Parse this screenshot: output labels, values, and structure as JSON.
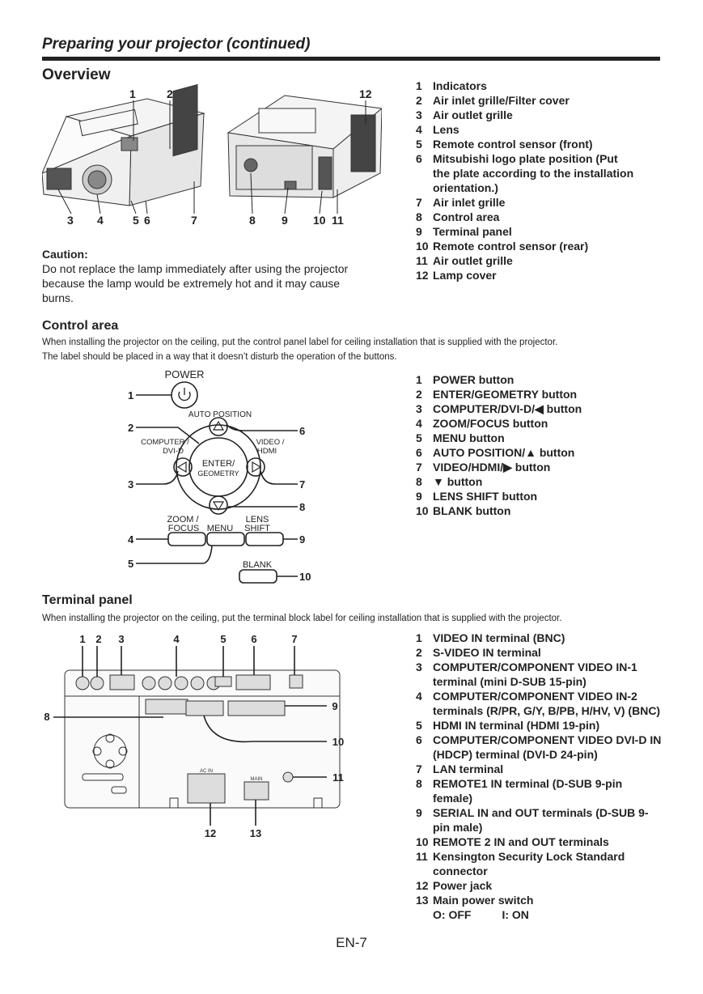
{
  "header": {
    "title": "Preparing your projector (continued)"
  },
  "overview": {
    "heading": "Overview",
    "callouts_top": [
      "1",
      "2",
      "12"
    ],
    "callouts_bottom": [
      "3",
      "4",
      "5",
      "6",
      "7",
      "8",
      "9",
      "10",
      "11"
    ],
    "items": [
      {
        "num": "1",
        "text": "Indicators"
      },
      {
        "num": "2",
        "text": "Air inlet grille/Filter cover"
      },
      {
        "num": "3",
        "text": "Air outlet grille"
      },
      {
        "num": "4",
        "text": "Lens"
      },
      {
        "num": "5",
        "text": "Remote control sensor (front)"
      },
      {
        "num": "6",
        "text": "Mitsubishi logo plate position (Put the plate according to the installation orientation.)"
      },
      {
        "num": "7",
        "text": "Air inlet grille"
      },
      {
        "num": "8",
        "text": "Control area"
      },
      {
        "num": "9",
        "text": "Terminal panel"
      },
      {
        "num": "10",
        "text": "Remote control sensor (rear)"
      },
      {
        "num": "11",
        "text": "Air outlet grille"
      },
      {
        "num": "12",
        "text": "Lamp cover"
      }
    ],
    "caution_title": "Caution:",
    "caution_text": "Do not replace the lamp immediately after using the projector because the lamp would be extremely hot and it may cause burns."
  },
  "control": {
    "heading": "Control area",
    "desc1": "When installing the projector on the ceiling, put the control panel label for ceiling installation that is supplied with the projector.",
    "desc2": "The label should be placed in a way that it doesn’t disturb the operation of the buttons.",
    "labels": {
      "power": "POWER",
      "auto_position": "AUTO POSITION",
      "computer1": "COMPUTER /",
      "computer2": "DVI-D",
      "video1": "VIDEO /",
      "video2": "HDMI",
      "enter1": "ENTER/",
      "enter2": "GEOMETRY",
      "zoom1": "ZOOM /",
      "zoom2": "FOCUS",
      "menu": "MENU",
      "lens1": "LENS",
      "lens2": "SHIFT",
      "blank": "BLANK"
    },
    "callouts": [
      "1",
      "2",
      "3",
      "4",
      "5",
      "6",
      "7",
      "8",
      "9",
      "10"
    ],
    "items": [
      {
        "num": "1",
        "text": "POWER button"
      },
      {
        "num": "2",
        "text": "ENTER/GEOMETRY button"
      },
      {
        "num": "3",
        "text": "COMPUTER/DVI-D/◀ button"
      },
      {
        "num": "4",
        "text": "ZOOM/FOCUS button"
      },
      {
        "num": "5",
        "text": "MENU button"
      },
      {
        "num": "6",
        "text": "AUTO POSITION/▲ button"
      },
      {
        "num": "7",
        "text": "VIDEO/HDMI/▶ button"
      },
      {
        "num": "8",
        "text": "▼ button"
      },
      {
        "num": "9",
        "text": "LENS SHIFT button"
      },
      {
        "num": "10",
        "text": "BLANK button"
      }
    ]
  },
  "terminal": {
    "heading": "Terminal panel",
    "desc": "When installing the projector on the ceiling, put the terminal block label for ceiling installation that is supplied with the projector.",
    "callouts": [
      "1",
      "2",
      "3",
      "4",
      "5",
      "6",
      "7",
      "8",
      "9",
      "10",
      "11",
      "12",
      "13"
    ],
    "items": [
      {
        "num": "1",
        "text": "VIDEO IN terminal (BNC)"
      },
      {
        "num": "2",
        "text": "S-VIDEO IN terminal"
      },
      {
        "num": "3",
        "text": "COMPUTER/COMPONENT VIDEO IN-1 terminal (mini D-SUB 15-pin)"
      },
      {
        "num": "4",
        "text": "COMPUTER/COMPONENT VIDEO IN-2 terminals (R/PR, G/Y, B/PB, H/HV, V) (BNC)"
      },
      {
        "num": "5",
        "text": "HDMI IN terminal (HDMI 19-pin)"
      },
      {
        "num": "6",
        "text": "COMPUTER/COMPONENT VIDEO DVI-D IN (HDCP) terminal (DVI-D 24-pin)"
      },
      {
        "num": "7",
        "text": "LAN terminal"
      },
      {
        "num": "8",
        "text": "REMOTE1 IN terminal (D-SUB 9-pin female)"
      },
      {
        "num": "9",
        "text": "SERIAL IN and OUT terminals (D-SUB 9-pin male)"
      },
      {
        "num": "10",
        "text": "REMOTE 2 IN and OUT terminals"
      },
      {
        "num": "11",
        "text": "Kensington Security Lock Standard connector"
      },
      {
        "num": "12",
        "text": "Power jack"
      },
      {
        "num": "13",
        "text": "Main power switch"
      }
    ],
    "switch_off": "O: OFF",
    "switch_on": "I: ON",
    "panel_labels": {
      "ac_in": "AC IN",
      "main": "MAIN"
    }
  },
  "page_number": "EN-7"
}
